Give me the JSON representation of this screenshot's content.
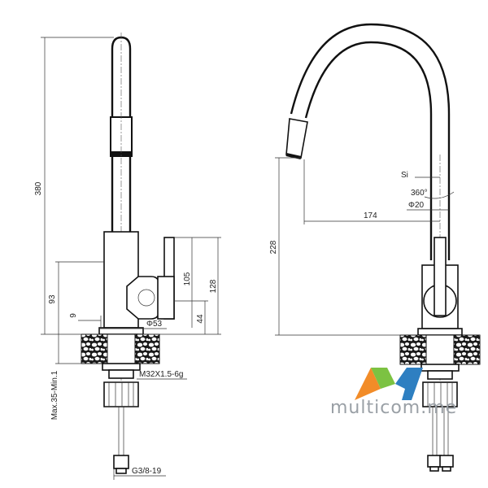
{
  "dimensions": {
    "height_total": "380",
    "handle_height": "105",
    "lever_height": "128",
    "base_to_lever": "93",
    "offset_small": "9",
    "base_diameter": "Φ53",
    "lever_offset": "44",
    "max_thickness": "Max.35-Min.1",
    "thread_main": "M32X1.5-6g",
    "thread_hose": "G3/8-19",
    "spout_height": "228",
    "spout_reach": "174",
    "spout_diameter": "Φ20",
    "rotation": "360°",
    "si_label": "Si"
  },
  "logo": {
    "text": "multicom.me",
    "colors": {
      "orange": "#f28c28",
      "green": "#7cc242",
      "blue": "#2e7fc1"
    }
  }
}
